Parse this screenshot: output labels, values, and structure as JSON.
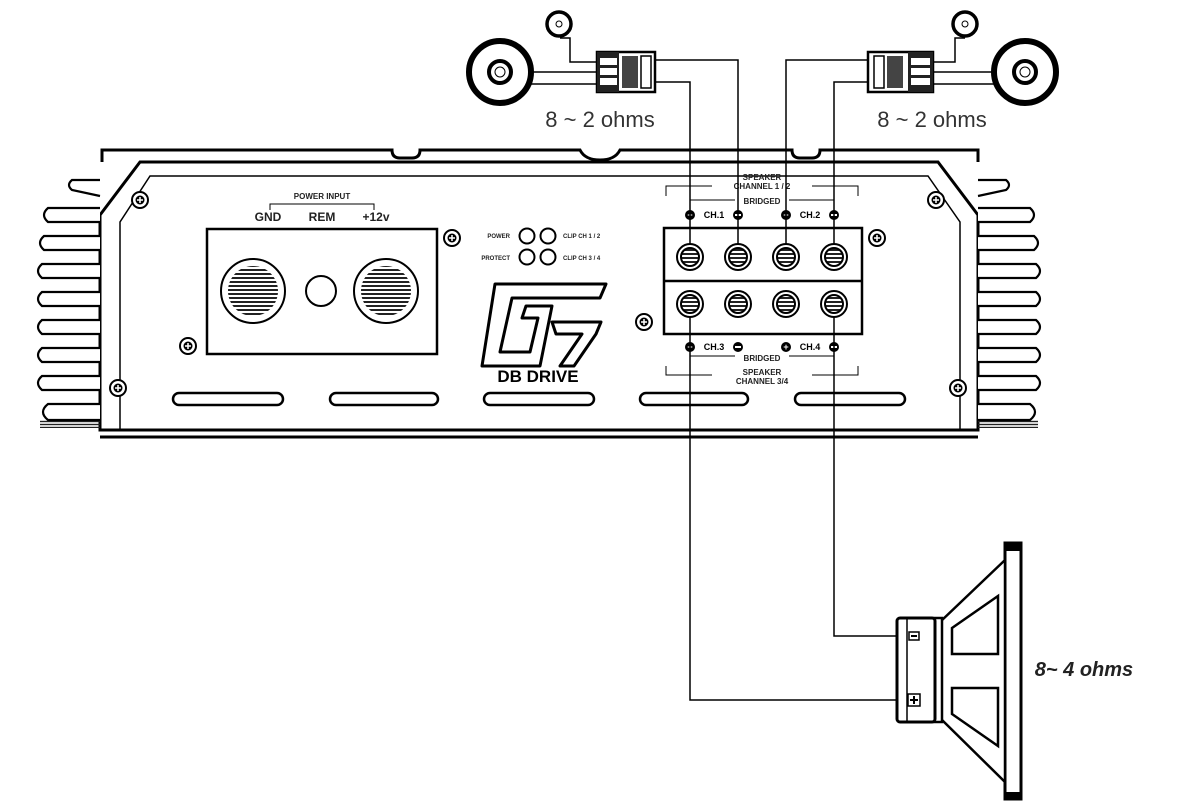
{
  "power_input": {
    "title": "POWER INPUT",
    "gnd": "GND",
    "rem": "REM",
    "plus12": "+12v"
  },
  "leds": {
    "power": "POWER",
    "protect": "PROTECT",
    "clip12": "CLIP CH 1 / 2",
    "clip34": "CLIP CH 3 / 4"
  },
  "brand": {
    "logo_text": "DB DRIVE"
  },
  "terminals": {
    "top_speaker": "SPEAKER",
    "top_channel": "CHANNEL 1 / 2",
    "top_bridged": "BRIDGED",
    "ch1": "CH.1",
    "ch2": "CH.2",
    "ch3": "CH.3",
    "ch4": "CH.4",
    "bottom_bridged": "BRIDGED",
    "bottom_speaker": "SPEAKER",
    "bottom_channel": "CHANNEL 3/4"
  },
  "impedance": {
    "left_tweeter": "8 ~ 2 ohms",
    "right_tweeter": "8 ~ 2 ohms",
    "subwoofer": "8~ 4 ohms"
  }
}
